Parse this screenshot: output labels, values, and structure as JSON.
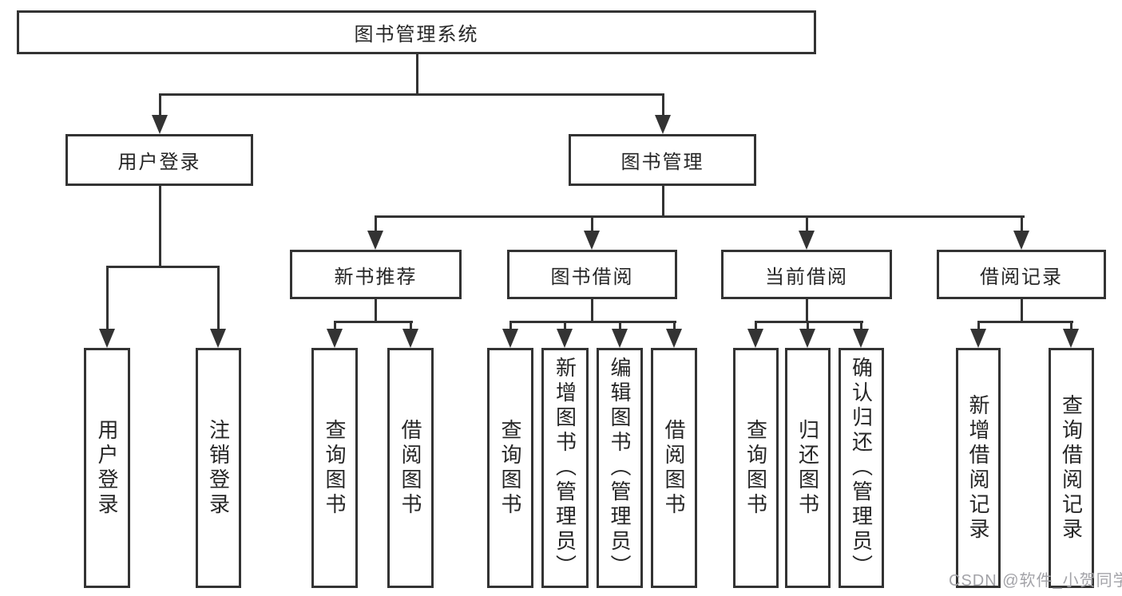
{
  "tree": {
    "root": "图书管理系统",
    "level2": [
      {
        "label": "用户登录",
        "leaves": [
          "用户登录",
          "注销登录"
        ]
      },
      {
        "label": "图书管理",
        "groups": [
          {
            "label": "新书推荐",
            "leaves": [
              "查询图书",
              "借阅图书"
            ]
          },
          {
            "label": "图书借阅",
            "leaves": [
              "查询图书",
              "新增图书（管理员）",
              "编辑图书（管理员）",
              "借阅图书"
            ]
          },
          {
            "label": "当前借阅",
            "leaves": [
              "查询图书",
              "归还图书",
              "确认归还（管理员）"
            ]
          },
          {
            "label": "借阅记录",
            "leaves": [
              "新增借阅记录",
              "查询借阅记录"
            ]
          }
        ]
      }
    ],
    "watermark": "CSDN @软件_小贺同学",
    "colors": {
      "line": "#333333",
      "text": "#262626",
      "box_bg": "#ffffff",
      "watermark": "#a3a3a8"
    }
  }
}
